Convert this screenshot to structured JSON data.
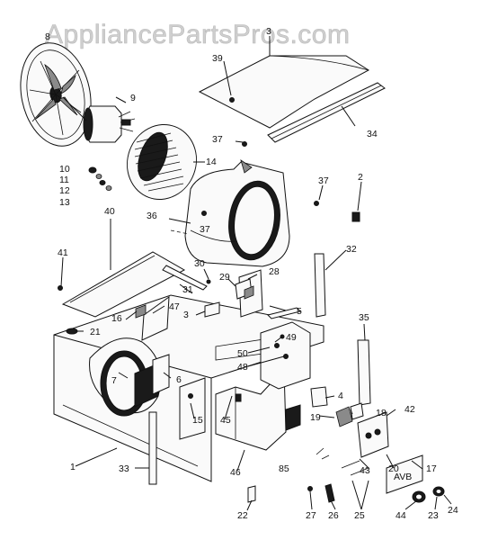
{
  "watermark": "AppliancePartsPros.com",
  "callouts": [
    "1",
    "2",
    "3",
    "3",
    "4",
    "5",
    "6",
    "7",
    "8",
    "9",
    "10",
    "11",
    "12",
    "13",
    "14",
    "15",
    "16",
    "17",
    "18",
    "19",
    "20",
    "21",
    "22",
    "23",
    "24",
    "25",
    "26",
    "27",
    "28",
    "29",
    "30",
    "31",
    "32",
    "33",
    "34",
    "35",
    "36",
    "37",
    "37",
    "37",
    "39",
    "40",
    "41",
    "42",
    "43",
    "44",
    "45",
    "46",
    "47",
    "48",
    "49",
    "50",
    "85"
  ]
}
